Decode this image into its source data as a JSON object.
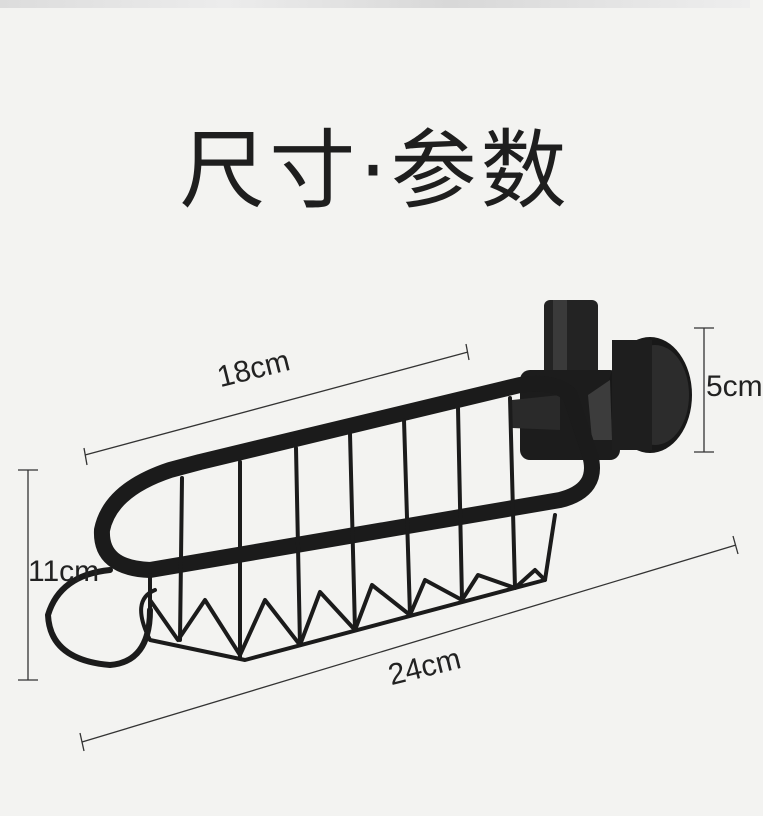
{
  "page": {
    "title": "尺寸·参数"
  },
  "dimensions": {
    "length_top": "18cm",
    "length_total": "24cm",
    "height": "11cm",
    "clamp_height": "5cm"
  },
  "colors": {
    "background": "#f3f3f1",
    "product": "#1c1c1c",
    "dimension_line": "#333333"
  }
}
